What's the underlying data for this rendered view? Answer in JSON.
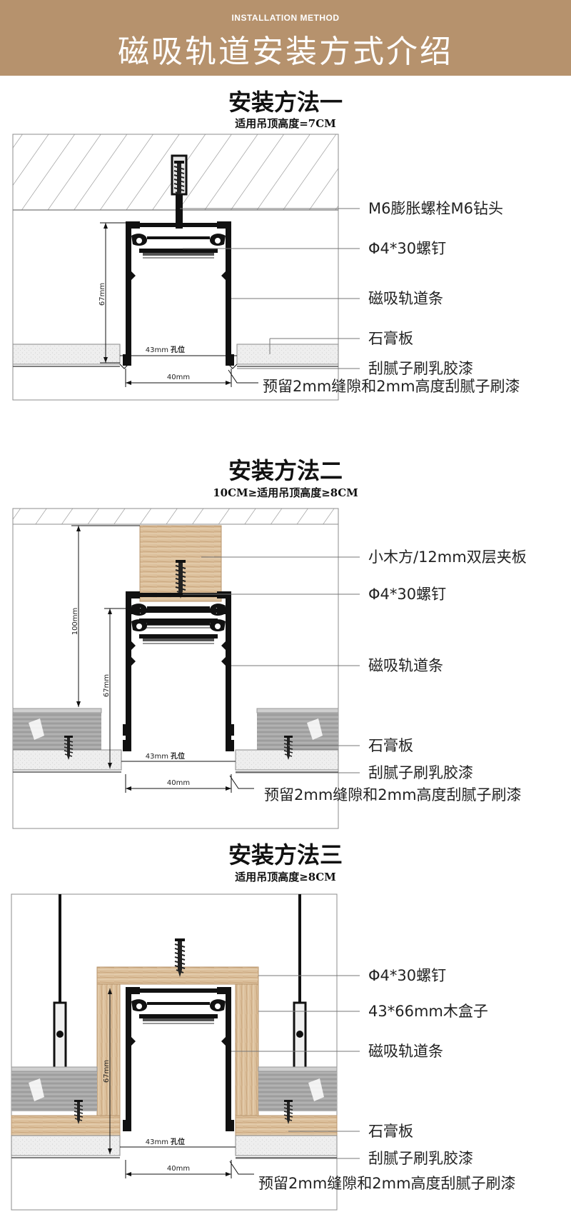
{
  "header": {
    "subtitle": "INSTALLATION METHOD",
    "title": "磁吸轨道安装方式介绍"
  },
  "colors": {
    "banner": "#b6926d",
    "wood": "#dcc09c",
    "gypsum": "#eeeeee",
    "profile": "#111111",
    "keel": "#9a9a9a"
  },
  "methods": [
    {
      "title": "安装方法一",
      "subtitle": "适用吊顶高度=7CM",
      "labels": [
        "M6膨胀螺栓M6钻头",
        "Φ4*30螺钉",
        "磁吸轨道条",
        "石膏板",
        "刮腻子刷乳胶漆",
        "预留2mm缝隙和2mm高度刮腻子刷漆"
      ],
      "dims": {
        "height": "67mm",
        "hole": "43mm",
        "hole_suffix": "孔位",
        "width": "40mm"
      }
    },
    {
      "title": "安装方法二",
      "subtitle": "10CM≥适用吊顶高度≥8CM",
      "labels": [
        "小木方/12mm双层夹板",
        "Φ4*30螺钉",
        "磁吸轨道条",
        "石膏板",
        "刮腻子刷乳胶漆",
        "预留2mm缝隙和2mm高度刮腻子刷漆"
      ],
      "dims": {
        "total": "100mm",
        "height": "67mm",
        "hole": "43mm",
        "hole_suffix": "孔位",
        "width": "40mm"
      }
    },
    {
      "title": "安装方法三",
      "subtitle": "适用吊顶高度≥8CM",
      "labels": [
        "Φ4*30螺钉",
        "43*66mm木盒子",
        "磁吸轨道条",
        "石膏板",
        "刮腻子刷乳胶漆",
        "预留2mm缝隙和2mm高度刮腻子刷漆"
      ],
      "dims": {
        "height": "67mm",
        "hole": "43mm",
        "hole_suffix": "孔位",
        "width": "40mm"
      }
    }
  ]
}
